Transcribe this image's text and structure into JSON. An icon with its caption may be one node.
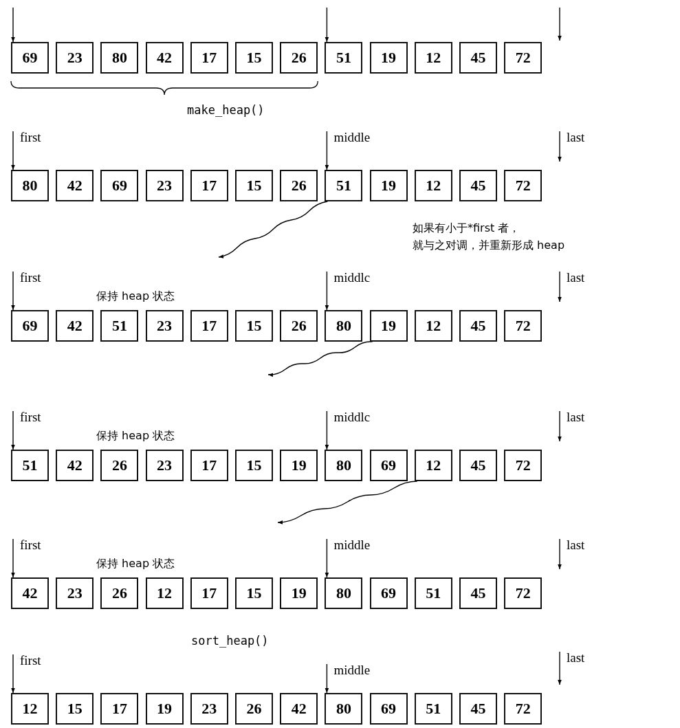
{
  "diagram": {
    "nodes": [
      {
        "text": [
          "69"
        ]
      },
      {
        "text": [
          "23"
        ]
      },
      {
        "text": [
          "80"
        ]
      },
      {
        "text": [
          "42"
        ]
      },
      {
        "text": [
          "17"
        ]
      },
      {
        "text": [
          "15"
        ]
      },
      {
        "text": [
          "26"
        ]
      },
      {
        "text": [
          "51"
        ]
      },
      {
        "text": [
          "19"
        ]
      },
      {
        "text": [
          "12"
        ]
      },
      {
        "text": [
          "45"
        ]
      },
      {
        "text": [
          "72"
        ]
      },
      {
        "text": [
          "80"
        ]
      },
      {
        "text": [
          "42"
        ]
      },
      {
        "text": [
          "69"
        ]
      },
      {
        "text": [
          "23"
        ]
      },
      {
        "text": [
          "17"
        ]
      },
      {
        "text": [
          "15"
        ]
      },
      {
        "text": [
          "26"
        ]
      },
      {
        "text": [
          "51"
        ]
      },
      {
        "text": [
          "19"
        ]
      },
      {
        "text": [
          "12"
        ]
      },
      {
        "text": [
          "45"
        ]
      },
      {
        "text": [
          "72"
        ]
      },
      {
        "text": [
          "69"
        ]
      },
      {
        "text": [
          "42"
        ]
      },
      {
        "text": [
          "51"
        ]
      },
      {
        "text": [
          "23"
        ]
      },
      {
        "text": [
          "17"
        ]
      },
      {
        "text": [
          "15"
        ]
      },
      {
        "text": [
          "26"
        ]
      },
      {
        "text": [
          "80"
        ]
      },
      {
        "text": [
          "19"
        ]
      },
      {
        "text": [
          "12"
        ]
      },
      {
        "text": [
          "45"
        ]
      },
      {
        "text": [
          "72"
        ]
      },
      {
        "text": [
          "51"
        ]
      },
      {
        "text": [
          "42"
        ]
      },
      {
        "text": [
          "26"
        ]
      },
      {
        "text": [
          "23"
        ]
      },
      {
        "text": [
          "17"
        ]
      },
      {
        "text": [
          "15"
        ]
      },
      {
        "text": [
          "19"
        ]
      },
      {
        "text": [
          "80"
        ]
      },
      {
        "text": [
          "69"
        ]
      },
      {
        "text": [
          "12"
        ]
      },
      {
        "text": [
          "45"
        ]
      },
      {
        "text": [
          "72"
        ]
      },
      {
        "text": [
          "42"
        ]
      },
      {
        "text": [
          "23"
        ]
      },
      {
        "text": [
          "26"
        ]
      },
      {
        "text": [
          "12"
        ]
      },
      {
        "text": [
          "17"
        ]
      },
      {
        "text": [
          "15"
        ]
      },
      {
        "text": [
          "19"
        ]
      },
      {
        "text": [
          "80"
        ]
      },
      {
        "text": [
          "69"
        ]
      },
      {
        "text": [
          "51"
        ]
      },
      {
        "text": [
          "45"
        ]
      },
      {
        "text": [
          "72"
        ]
      },
      {
        "text": [
          "12"
        ]
      },
      {
        "text": [
          "15"
        ]
      },
      {
        "text": [
          "17"
        ]
      },
      {
        "text": [
          "19"
        ]
      },
      {
        "text": [
          "23"
        ]
      },
      {
        "text": [
          "26"
        ]
      },
      {
        "text": [
          "42"
        ]
      },
      {
        "text": [
          "80"
        ]
      },
      {
        "text": [
          "69"
        ]
      },
      {
        "text": [
          "51"
        ]
      },
      {
        "text": [
          "45"
        ]
      },
      {
        "text": [
          "72"
        ]
      },
      {
        "text": [
          "first"
        ]
      },
      {
        "text": [
          "middle"
        ]
      },
      {
        "text": [
          "last"
        ]
      },
      {
        "text": [
          "first"
        ]
      },
      {
        "text": [
          "middlc"
        ]
      },
      {
        "text": [
          "last"
        ]
      },
      {
        "text": [
          "first"
        ]
      },
      {
        "text": [
          "middlc"
        ]
      },
      {
        "text": [
          "last"
        ]
      },
      {
        "text": [
          "first"
        ]
      },
      {
        "text": [
          "middle"
        ]
      },
      {
        "text": [
          "last"
        ]
      },
      {
        "text": [
          "first"
        ]
      },
      {
        "text": [
          "middle"
        ]
      },
      {
        "text": [
          "last"
        ]
      }
    ],
    "edges": [
      {
        "from": null,
        "to": 0,
        "arrow": "to"
      },
      {
        "from": null,
        "to": 7,
        "arrow": "to"
      },
      {
        "from": 72,
        "to": 12,
        "arrow": "to"
      },
      {
        "from": 73,
        "to": 19,
        "arrow": "to"
      },
      {
        "from": 74,
        "to": null,
        "arrow": "to"
      },
      {
        "from": 75,
        "to": 24,
        "arrow": "to"
      },
      {
        "from": 76,
        "to": 31,
        "arrow": "to"
      },
      {
        "from": 77,
        "to": null,
        "arrow": "to"
      },
      {
        "from": 78,
        "to": 36,
        "arrow": "to"
      },
      {
        "from": 79,
        "to": 43,
        "arrow": "to"
      },
      {
        "from": 80,
        "to": null,
        "arrow": "to"
      },
      {
        "from": 81,
        "to": 48,
        "arrow": "to"
      },
      {
        "from": 82,
        "to": 55,
        "arrow": "to"
      },
      {
        "from": 83,
        "to": null,
        "arrow": "to"
      },
      {
        "from": 84,
        "to": 60,
        "arrow": "to"
      },
      {
        "from": 85,
        "to": 67,
        "arrow": "to"
      },
      {
        "from": 86,
        "to": null,
        "arrow": "to"
      },
      {
        "from": 19,
        "to": null,
        "arrow": "to"
      },
      {
        "from": 32,
        "to": null,
        "arrow": "to"
      },
      {
        "from": 45,
        "to": null,
        "arrow": "to"
      }
    ],
    "labels": [
      "make_heap()",
      "如果有小于*first 者，",
      "就与之对调，并重新形成 heap",
      "保持 heap 状态",
      "保持 heap 状态",
      "保持 heap 状态",
      "sort_heap()"
    ]
  }
}
